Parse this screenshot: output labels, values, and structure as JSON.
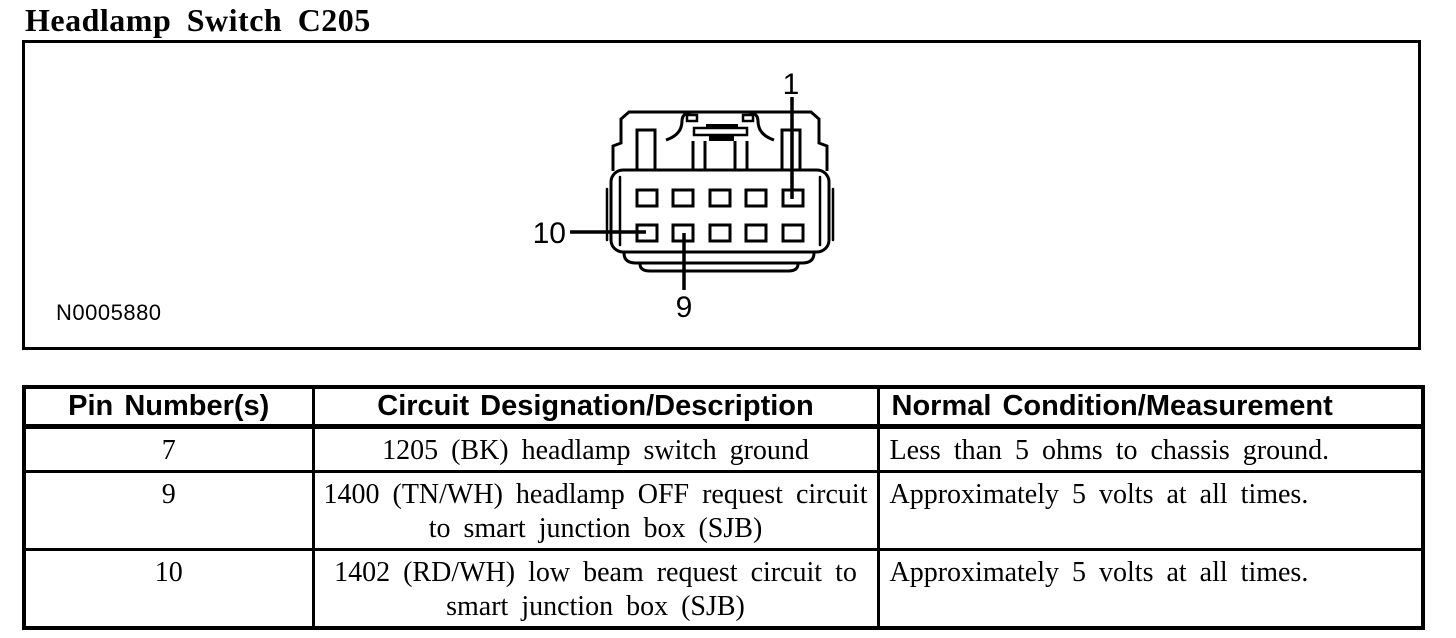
{
  "title": "Headlamp Switch C205",
  "figure": {
    "figure_id": "N0005880",
    "description": "10-cavity headlamp switch connector face view, two rows of five terminals",
    "pin_labels": {
      "pin1": "1",
      "pin9": "9",
      "pin10": "10"
    }
  },
  "table": {
    "headers": [
      "Pin Number(s)",
      "Circuit Designation/Description",
      "Normal Condition/Measurement"
    ],
    "rows": [
      {
        "pin": "7",
        "circuit": "1205 (BK) headlamp switch ground",
        "condition": "Less than 5 ohms to chassis ground."
      },
      {
        "pin": "9",
        "circuit": "1400 (TN/WH) headlamp OFF request circuit to smart junction box (SJB)",
        "condition": "Approximately 5 volts at all times."
      },
      {
        "pin": "10",
        "circuit": "1402 (RD/WH) low beam request circuit to smart junction box (SJB)",
        "condition": "Approximately 5 volts at all times."
      }
    ]
  },
  "colors": {
    "ink": "#000000",
    "paper": "#ffffff"
  }
}
